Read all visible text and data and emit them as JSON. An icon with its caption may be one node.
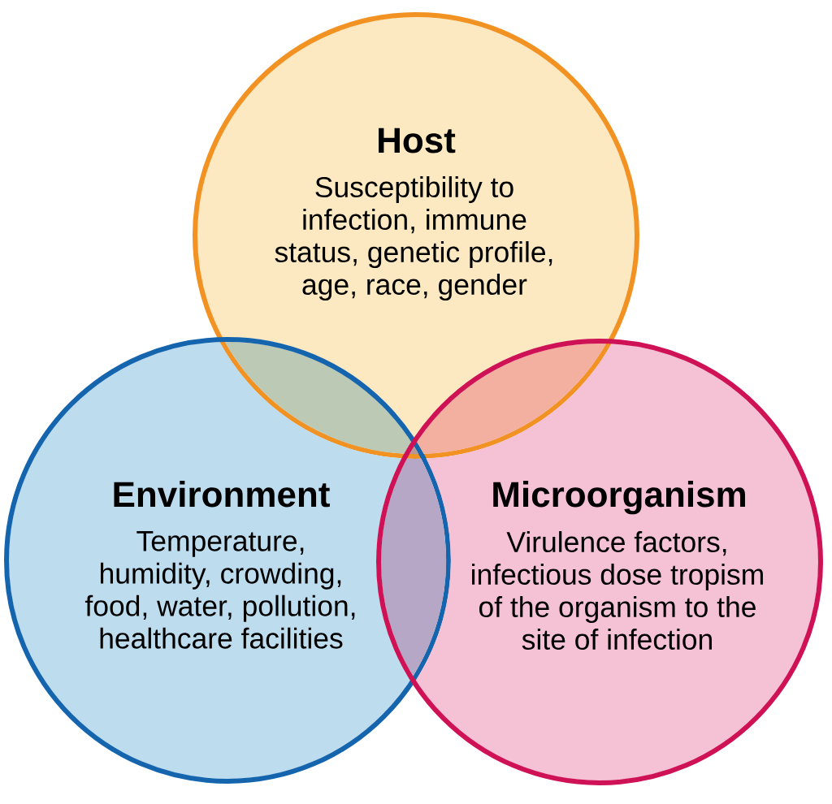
{
  "diagram": {
    "nodes": [
      {
        "text": [
          "Host",
          "Susceptibility to infection, immune status, genetic profile, age, race, gender"
        ]
      },
      {
        "text": [
          "Environment",
          "Temperature, humidity, crowding, food, water, pollution, healthcare facilities"
        ]
      },
      {
        "text": [
          "Microorganism",
          "Virulence factors, infectious dose tropism of the organism to the site of infection"
        ]
      }
    ]
  }
}
